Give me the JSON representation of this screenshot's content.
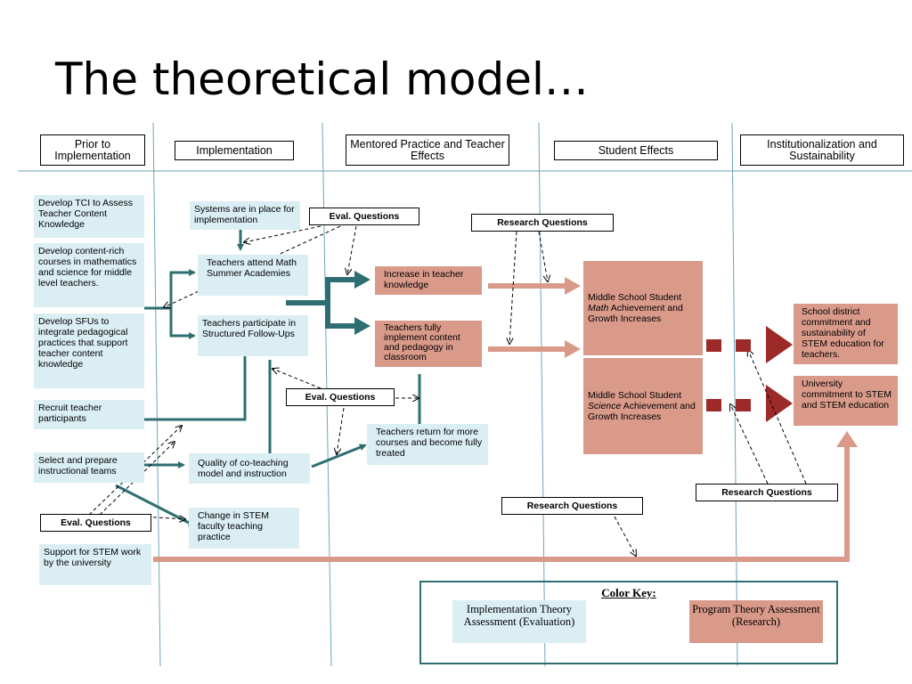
{
  "title": "The theoretical model…",
  "headers": [
    "Prior to Implementation",
    "Implementation",
    "Mentored Practice and Teacher Effects",
    "Student Effects",
    "Institutionalization and Sustainability"
  ],
  "prior": [
    "Develop TCI to Assess Teacher Content Knowledge",
    "Develop content-rich courses in mathematics  and science for middle level teachers.",
    "Develop SFUs to integrate pedagogical practices that support teacher content knowledge",
    "Recruit teacher participants",
    "Select and prepare instructional teams",
    "Support for STEM work by the university"
  ],
  "implementation": [
    "Systems are in place for implementation",
    "Teachers attend Math Summer Academies",
    "Teachers participate in Structured Follow-Ups",
    "Quality of co-teaching model and instruction",
    "Change in STEM faculty teaching practice"
  ],
  "mentored": [
    "Increase in teacher knowledge",
    "Teachers  fully implement content and pedagogy  in classroom",
    "Teachers return for more courses and become fully treated"
  ],
  "student": {
    "math": {
      "pre": "Middle  School Student",
      "em": "Math",
      "post": "Achievement  and Growth Increases"
    },
    "science": {
      "pre": "Middle School Student",
      "em": "Science",
      "post": "Achievement and Growth Increases"
    }
  },
  "institution": [
    "School district commitment and sustainability of STEM education for teachers.",
    "University commitment to STEM  and STEM education"
  ],
  "questions": {
    "eval": "Eval.  Questions",
    "research": "Research Questions"
  },
  "color_key": {
    "title": "Color Key:",
    "implementation": "Implementation Theory Assessment (Evaluation)",
    "program": "Program Theory Assessment (Research)"
  },
  "colors": {
    "teal": "#2e6e72",
    "salmon": "#d99a8a",
    "light_blue": "#daeef3",
    "dark_red": "#9c2a29"
  }
}
